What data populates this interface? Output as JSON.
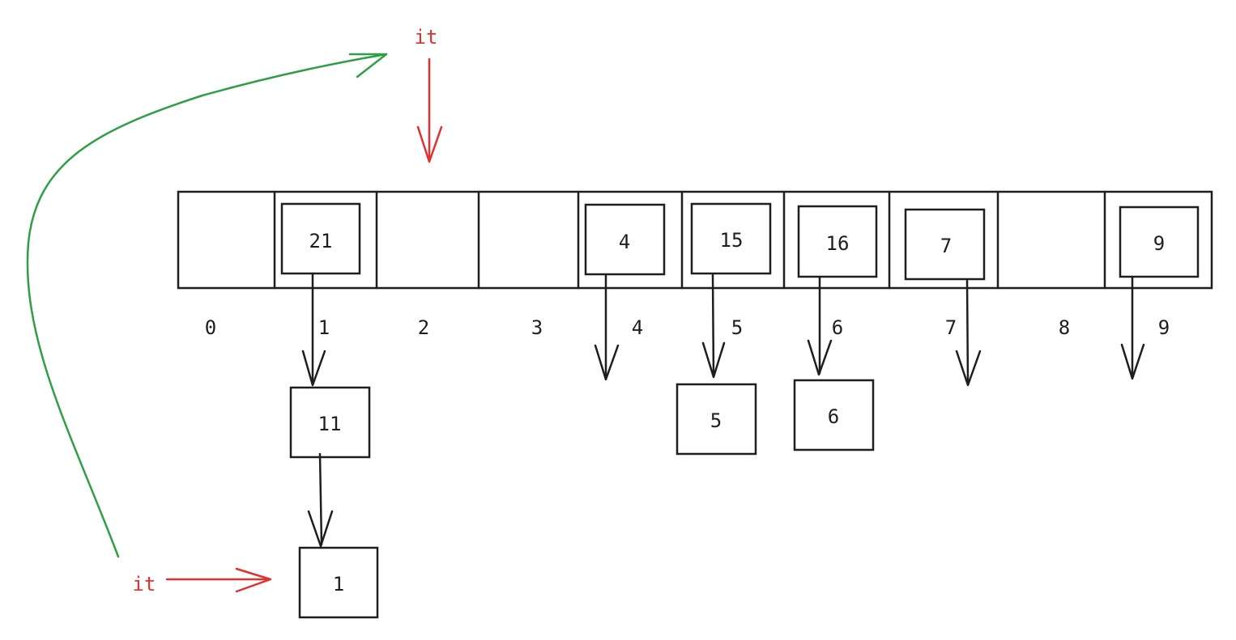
{
  "diagram": {
    "colors": {
      "ink": "#1e1e1e",
      "pointer": "#e03131",
      "path": "#2f9e44"
    },
    "bucket_indices": [
      "0",
      "1",
      "2",
      "3",
      "4",
      "5",
      "6",
      "7",
      "8",
      "9"
    ],
    "head_nodes": [
      "21",
      "4",
      "15",
      "16",
      "7",
      "9"
    ],
    "chain_nodes": [
      "11",
      "1",
      "5",
      "6"
    ],
    "iterator_labels": {
      "top": "it",
      "bottom": "it"
    }
  }
}
